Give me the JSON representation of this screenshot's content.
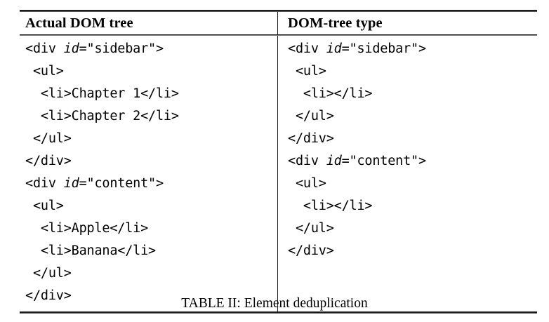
{
  "table": {
    "columns": [
      {
        "header": "Actual DOM tree"
      },
      {
        "header": "DOM-tree type"
      }
    ],
    "left_code": [
      {
        "indent": "",
        "before": "<div ",
        "attr": "id",
        "after": "=\"sidebar\">"
      },
      {
        "indent": " ",
        "before": "<ul>",
        "attr": "",
        "after": ""
      },
      {
        "indent": "  ",
        "before": "<li>Chapter 1</li>",
        "attr": "",
        "after": ""
      },
      {
        "indent": "  ",
        "before": "<li>Chapter 2</li>",
        "attr": "",
        "after": ""
      },
      {
        "indent": " ",
        "before": "</ul>",
        "attr": "",
        "after": ""
      },
      {
        "indent": "",
        "before": "</div>",
        "attr": "",
        "after": ""
      },
      {
        "indent": "",
        "before": "<div ",
        "attr": "id",
        "after": "=\"content\">"
      },
      {
        "indent": " ",
        "before": "<ul>",
        "attr": "",
        "after": ""
      },
      {
        "indent": "  ",
        "before": "<li>Apple</li>",
        "attr": "",
        "after": ""
      },
      {
        "indent": "  ",
        "before": "<li>Banana</li>",
        "attr": "",
        "after": ""
      },
      {
        "indent": " ",
        "before": "</ul>",
        "attr": "",
        "after": ""
      },
      {
        "indent": "",
        "before": "</div>",
        "attr": "",
        "after": ""
      }
    ],
    "right_code": [
      {
        "indent": "",
        "before": "<div ",
        "attr": "id",
        "after": "=\"sidebar\">"
      },
      {
        "indent": " ",
        "before": "<ul>",
        "attr": "",
        "after": ""
      },
      {
        "indent": "  ",
        "before": "<li></li>",
        "attr": "",
        "after": ""
      },
      {
        "indent": " ",
        "before": "</ul>",
        "attr": "",
        "after": ""
      },
      {
        "indent": "",
        "before": "</div>",
        "attr": "",
        "after": ""
      },
      {
        "indent": "",
        "before": "<div ",
        "attr": "id",
        "after": "=\"content\">"
      },
      {
        "indent": " ",
        "before": "<ul>",
        "attr": "",
        "after": ""
      },
      {
        "indent": "  ",
        "before": "<li></li>",
        "attr": "",
        "after": ""
      },
      {
        "indent": " ",
        "before": "</ul>",
        "attr": "",
        "after": ""
      },
      {
        "indent": "",
        "before": "</div>",
        "attr": "",
        "after": ""
      }
    ]
  },
  "caption": "TABLE II: Element deduplication"
}
